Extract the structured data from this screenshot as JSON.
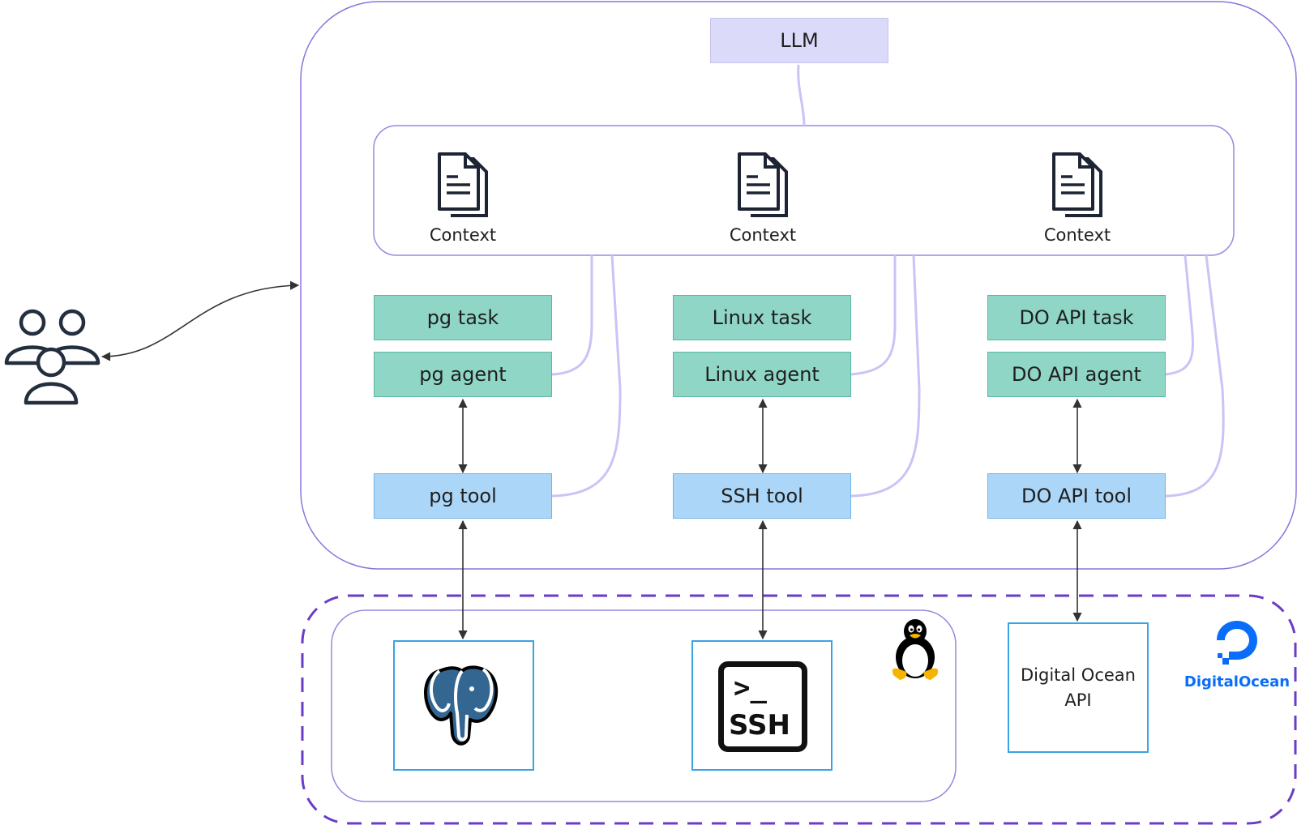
{
  "llm": {
    "label": "LLM"
  },
  "contexts": [
    {
      "label": "Context",
      "icon": "document-icon"
    },
    {
      "label": "Context",
      "icon": "document-icon"
    },
    {
      "label": "Context",
      "icon": "document-icon"
    }
  ],
  "columns": [
    {
      "task": "pg task",
      "agent": "pg agent",
      "tool": "pg tool",
      "resource_icon": "postgresql-elephant-icon"
    },
    {
      "task": "Linux task",
      "agent": "Linux agent",
      "tool": "SSH tool",
      "resource_icon": "ssh-terminal-icon"
    },
    {
      "task": "DO API task",
      "agent": "DO API agent",
      "tool": "DO API tool",
      "resource_icon": "digital-ocean-api-box"
    }
  ],
  "resources": {
    "ssh_text": "SSH",
    "digital_ocean_api": "Digital Ocean\nAPI",
    "digital_ocean_brand": "DigitalOcean"
  },
  "users": {
    "icon": "users-group-icon"
  },
  "colors": {
    "llm_fill": "#dcdaf9",
    "task_fill": "#8fd6c6",
    "tool_fill": "#abd6f7",
    "system_border": "#7b5cd6",
    "dashed_border": "#6a3cc7",
    "connector": "#c9c4f6",
    "do_brand": "#0a6dfa"
  }
}
